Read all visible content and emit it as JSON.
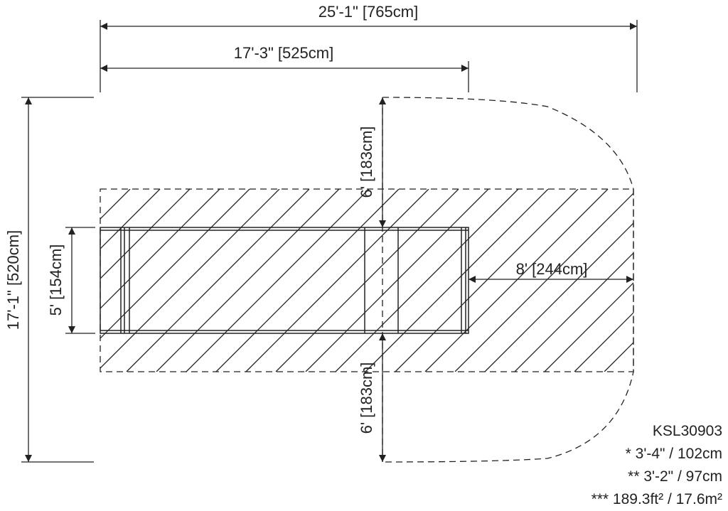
{
  "dimensions": {
    "total_width": "25'-1\" [765cm]",
    "frame_width": "17'-3\" [525cm]",
    "total_depth": "17'-1\" [520cm]",
    "frame_depth": "5' [154cm]",
    "clearance_top": "6' [183cm]",
    "clearance_bottom": "6' [183cm]",
    "clearance_side": "8' [244cm]"
  },
  "notes": {
    "model": "KSL30903",
    "line1": "* 3'-4\" / 102cm",
    "line2": "** 3'-2\" / 97cm",
    "line3": "*** 189.3ft² / 17.6m²"
  },
  "colors": {
    "line": "#222222",
    "background": "#ffffff"
  }
}
